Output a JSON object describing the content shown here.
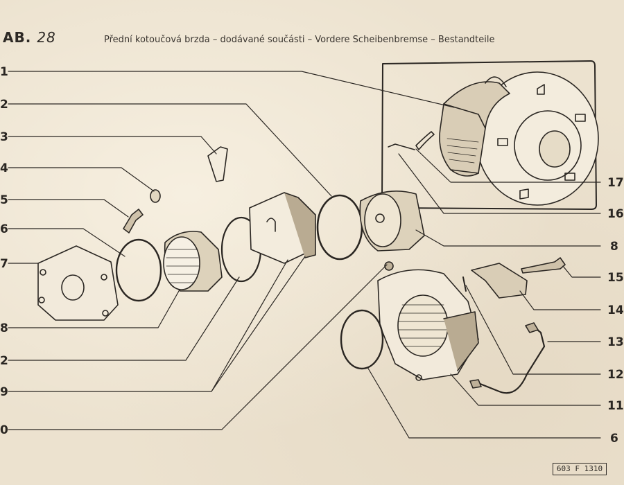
{
  "header": {
    "plate_label": "AB.",
    "plate_number": "28",
    "caption": "Přední kotoučová brzda – dodávané součásti – Vordere Scheibenbremse – Bestandteile"
  },
  "reference_code": "603 F 1310",
  "callouts": {
    "left": [
      "1",
      "2",
      "3",
      "4",
      "5",
      "6",
      "7",
      "8",
      "2",
      "9",
      "0"
    ],
    "right": [
      "17",
      "16",
      "8",
      "15",
      "14",
      "13",
      "12",
      "11",
      "6"
    ]
  },
  "colors": {
    "ink": "#2a2622",
    "paper": "#ece2cf"
  }
}
